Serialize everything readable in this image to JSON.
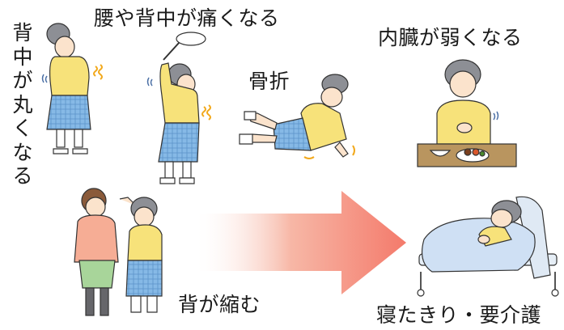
{
  "labels": {
    "back_rounds": "背中が丸くなる",
    "back_pain": "腰や背中が痛くなる",
    "fracture": "骨折",
    "organs_weaken": "内臓が弱くなる",
    "shrinks": "背が縮む",
    "bedridden": "寝たきり・要介護"
  },
  "colors": {
    "skin": "#fbe3cc",
    "hair": "#8d8f95",
    "sweater": "#f7e27a",
    "skirt": "#86b9e6",
    "young_sweater": "#f6ad95",
    "young_skirt": "#a8d59a",
    "pain_mark": "#f2a91c",
    "arrow": "#f47a6b"
  }
}
